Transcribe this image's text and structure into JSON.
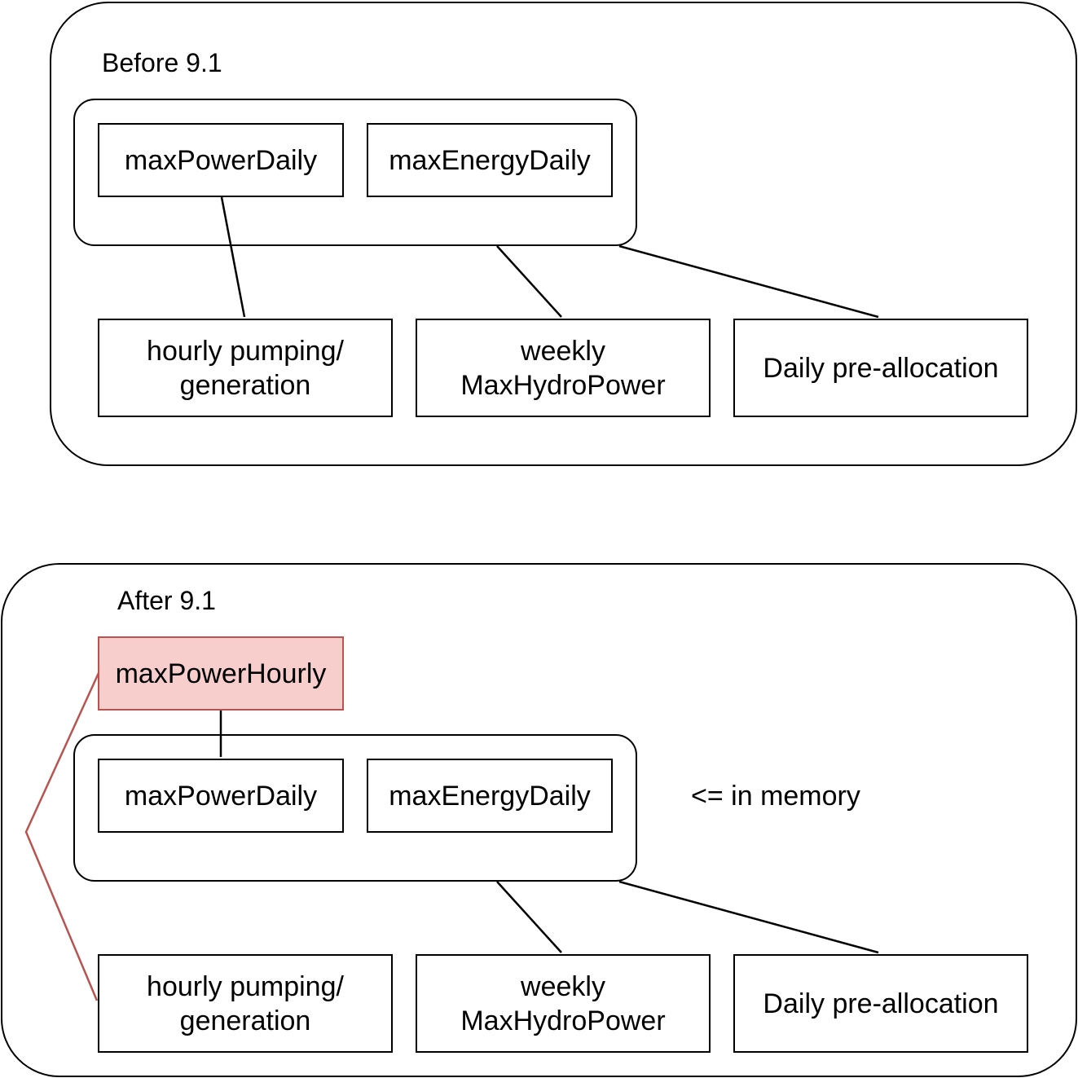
{
  "before": {
    "title": "Before 9.1",
    "max_power_daily": "maxPowerDaily",
    "max_energy_daily": "maxEnergyDaily",
    "hourly_pumping": "hourly pumping/ generation",
    "weekly_max_hydro": "weekly MaxHydroPower",
    "daily_pre_allocation": "Daily pre-allocation"
  },
  "after": {
    "title": "After 9.1",
    "max_power_hourly": "maxPowerHourly",
    "max_power_daily": "maxPowerDaily",
    "max_energy_daily": "maxEnergyDaily",
    "in_memory_note": "<= in memory",
    "hourly_pumping": "hourly pumping/ generation",
    "weekly_max_hydro": "weekly MaxHydroPower",
    "daily_pre_allocation": "Daily pre-allocation"
  },
  "colors": {
    "stroke": "#000000",
    "highlight_fill": "#f8cecc",
    "highlight_stroke": "#b85450"
  }
}
